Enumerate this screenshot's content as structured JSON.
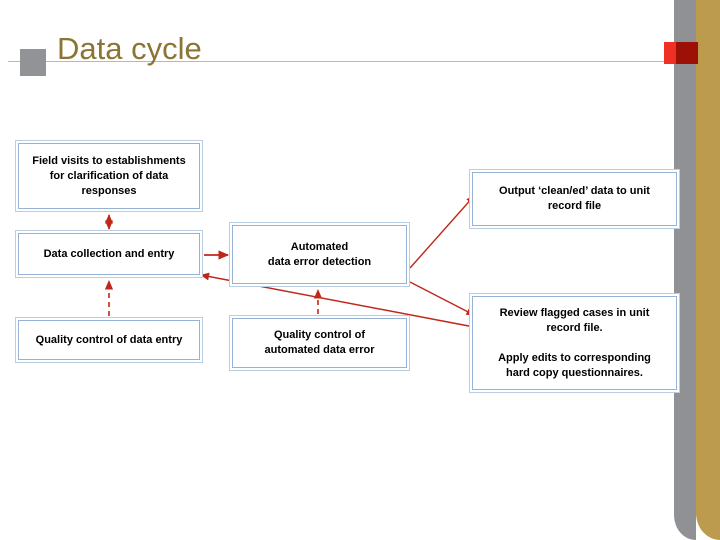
{
  "slide": {
    "title": "Data cycle",
    "colors": {
      "title_text": "#8b7434",
      "edge_gold": "#bc9a4e",
      "edge_gray": "#8f9194",
      "accent_red": "#ee3124",
      "accent_red_dark": "#9c1006",
      "node_border": "#95b3d7",
      "arrow_red": "#c0271a"
    }
  },
  "diagram": {
    "nodes": [
      {
        "id": "field-visits",
        "label": "Field visits to establishments\nfor clarification of data\nresponses"
      },
      {
        "id": "data-collection",
        "label": "Data collection and entry"
      },
      {
        "id": "qc-data-entry",
        "label": "Quality control of data entry"
      },
      {
        "id": "automated",
        "label": "Automated\ndata error detection"
      },
      {
        "id": "qc-automated",
        "label": "Quality control of\nautomated data error"
      },
      {
        "id": "output",
        "label": "Output ‘clean/ed’ data to unit\nrecord file"
      },
      {
        "id": "review",
        "label": "Review flagged cases in unit\nrecord file.\n\nApply edits to corresponding\nhard copy questionnaires."
      }
    ],
    "connectors": [
      {
        "id": "data-collection-to-field-visits",
        "style": "solid",
        "heads": "both"
      },
      {
        "id": "qc-data-entry-to-data-collection",
        "style": "dashed",
        "heads": "end"
      },
      {
        "id": "data-collection-to-automated",
        "style": "solid",
        "heads": "end"
      },
      {
        "id": "qc-automated-to-automated",
        "style": "dashed",
        "heads": "end"
      },
      {
        "id": "automated-to-output",
        "style": "solid",
        "heads": "end"
      },
      {
        "id": "automated-to-review",
        "style": "solid",
        "heads": "end"
      },
      {
        "id": "review-to-data-collection",
        "style": "solid",
        "heads": "end"
      }
    ]
  }
}
